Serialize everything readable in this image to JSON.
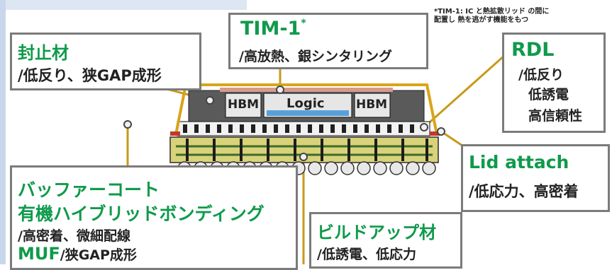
{
  "note": {
    "line1": "*TIM-1: IC と熱拡散リッド の間に",
    "line2": "配置し 熱を逃がす機能をもつ"
  },
  "callouts": {
    "tim": {
      "title": "TIM-1",
      "mark": "*",
      "desc": "/高放熱、銀シンタリング"
    },
    "sealant": {
      "title": "封止材",
      "desc": "/低反り、狭GAP成形"
    },
    "rdl": {
      "title": "RDL",
      "desc1": "/低反り",
      "desc2": "低誘電",
      "desc3": "高信頼性"
    },
    "lid_attach": {
      "title": "Lid attach",
      "desc": "/低応力、高密着"
    },
    "buffer": {
      "title1": "バッファーコート",
      "title2": "有機ハイブリッドボンディング",
      "desc": "/高密着、微細配線",
      "muf": "MUF",
      "muf_desc": "/狭GAP成形"
    },
    "buildup": {
      "title": "ビルドアップ材",
      "desc": "/低誘電、低応力"
    }
  },
  "chips": {
    "hbm_left": "HBM",
    "logic": "Logic",
    "hbm_right": "HBM"
  },
  "colors": {
    "green": "#0f9a4b",
    "border": "#7b7b7b",
    "leader": "#c79a1a",
    "lid": "#d9a41a"
  }
}
